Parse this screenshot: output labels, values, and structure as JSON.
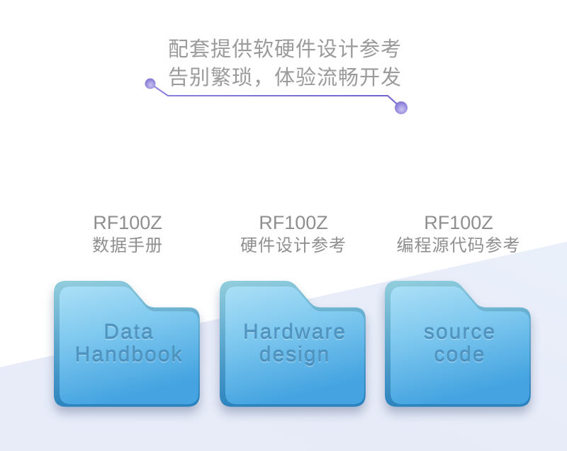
{
  "header": {
    "line1": "配套提供软硬件设计参考",
    "line2": "告别繁琐，体验流畅开发",
    "text_color": "#9b9b9b",
    "accent_color": "#7b6fd1"
  },
  "decoration": {
    "icon": "connector-line-with-dots",
    "color": "#7b6fd1"
  },
  "folders": [
    {
      "model": "RF100Z",
      "subtitle": "数据手册",
      "icon": "folder-icon",
      "icon_line1": "Data",
      "icon_line2": "Handbook"
    },
    {
      "model": "RF100Z",
      "subtitle": "硬件设计参考",
      "icon": "folder-icon",
      "icon_line1": "Hardware",
      "icon_line2": "design"
    },
    {
      "model": "RF100Z",
      "subtitle": "编程源代码参考",
      "icon": "folder-icon",
      "icon_line1": "source",
      "icon_line2": "code"
    }
  ],
  "colors": {
    "folder_front_top": "#abdff6",
    "folder_front_bottom": "#44a3e0",
    "folder_back_edge": "#2b83bd",
    "engraved_text": "#4e95c2",
    "label_gray": "#8f8f8f",
    "section_tint": "#e8ecf9",
    "page_background": "#ffffff"
  }
}
